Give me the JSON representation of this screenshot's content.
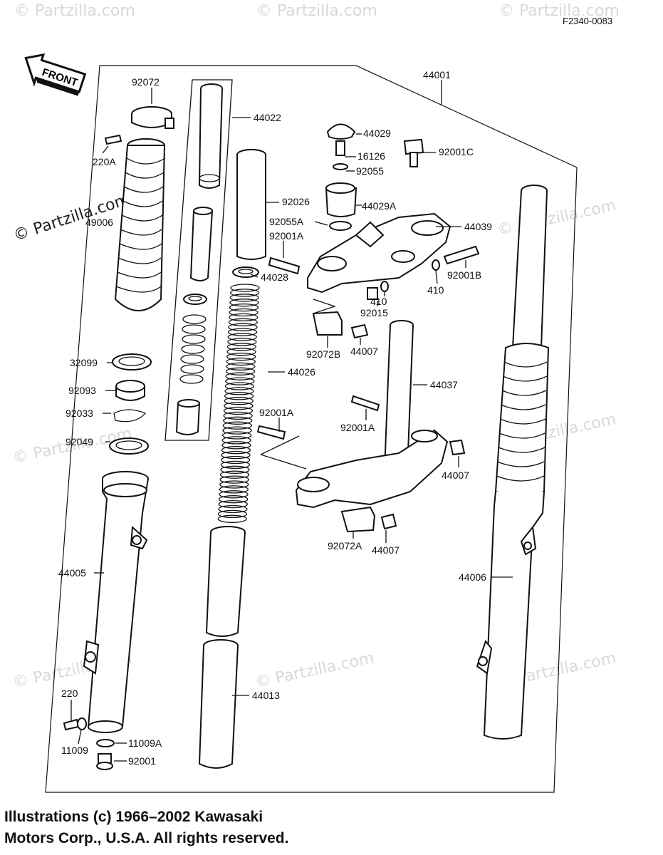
{
  "diagram_code": "F2340-0083",
  "front_label": "FRONT",
  "watermark": "© Partzilla.com",
  "copyright": {
    "line1": "Illustrations (c) 1966–2002 Kawasaki",
    "line2": "Motors Corp., U.S.A.  All rights reserved."
  },
  "labels": {
    "p44001": "44001",
    "p92072": "92072",
    "p44022": "44022",
    "p220A": "220A",
    "p49006": "49006",
    "p44029": "44029",
    "p16126": "16126",
    "p92055": "92055",
    "p92001C": "92001C",
    "p92026": "92026",
    "p44029A": "44029A",
    "p92055A": "92055A",
    "p92001A_top": "92001A",
    "p44039": "44039",
    "p44028": "44028",
    "p92001B": "92001B",
    "p410a": "410",
    "p410b": "410",
    "p92015": "92015",
    "p92072B": "92072B",
    "p44007a": "44007",
    "p32099": "32099",
    "p44026": "44026",
    "p44037": "44037",
    "p92093": "92093",
    "p92033": "92033",
    "p92001A_mid": "92001A",
    "p92001A_low": "92001A",
    "p92049": "92049",
    "p44007b": "44007",
    "p92072A": "92072A",
    "p44007c": "44007",
    "p44005": "44005",
    "p44006": "44006",
    "p220": "220",
    "p44013": "44013",
    "p11009": "11009",
    "p11009A": "11009A",
    "p92001": "92001"
  }
}
